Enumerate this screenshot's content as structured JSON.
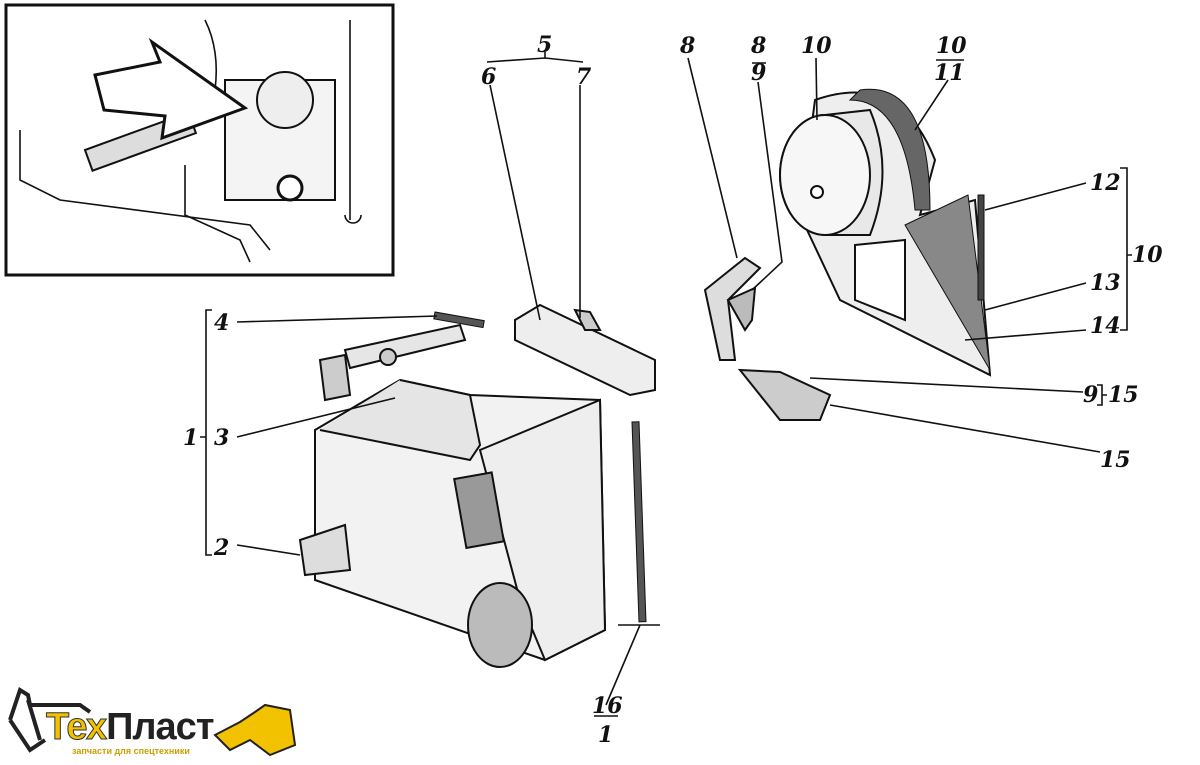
{
  "labels": {
    "l5": "5",
    "l6": "6",
    "l7": "7",
    "l8": "8",
    "l8_9_top": "8",
    "l8_9_bottom": "9",
    "l10_top": "10",
    "l10_11_top": "10",
    "l10_11_bottom": "11",
    "l12": "12",
    "l13": "13",
    "l14": "14",
    "l10_group": "10",
    "l9_15_a": "9",
    "l9_15_b": "15",
    "l15": "15",
    "l4": "4",
    "l1": "1",
    "l3": "3",
    "l2": "2",
    "l16_1_top": "16",
    "l16_1_bottom": "1"
  },
  "logo": {
    "brand_part1": "Тех",
    "brand_part2": "Пласт",
    "tagline": "запчасти для спецтехники"
  },
  "colors": {
    "logo_accent": "#f2c100",
    "ink": "#111111"
  }
}
